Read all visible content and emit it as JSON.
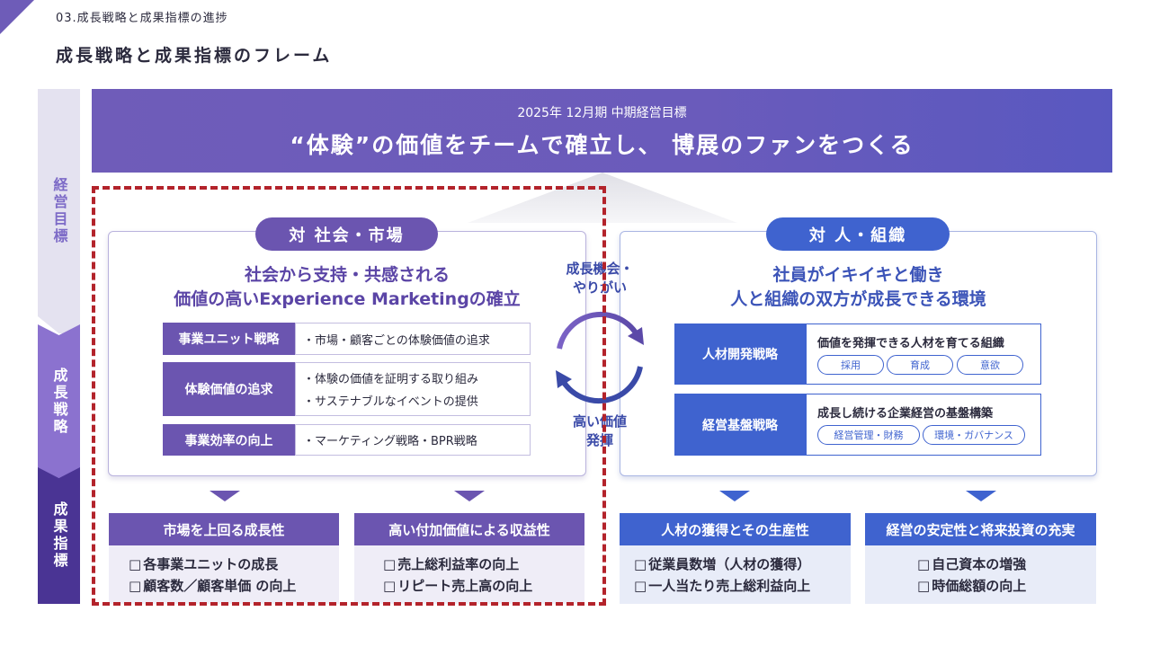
{
  "header": {
    "section_label": "03.成長戦略と成果指標の進捗",
    "page_title": "成長戦略と成果指標のフレーム"
  },
  "side": [
    {
      "label": "経営目標"
    },
    {
      "label": "成長戦略"
    },
    {
      "label": "成果指標"
    }
  ],
  "banner": {
    "subtitle": "2025年 12月期 中期経営目標",
    "title": "“体験”の価値をチームで確立し、 博展のファンをつくる"
  },
  "left_panel": {
    "pill": "対 社会・市場",
    "heading_line1": "社会から支持・共感される",
    "heading_line2": "価値の高いExperience Marketingの確立",
    "strategies": [
      {
        "label": "事業ユニット戦略",
        "items": [
          "市場・顧客ごとの体験価値の追求"
        ]
      },
      {
        "label": "体験価値の追求",
        "items": [
          "体験の価値を証明する取り組み",
          "サステナブルなイベントの提供"
        ]
      },
      {
        "label": "事業効率の向上",
        "items": [
          "マーケティング戦略・BPR戦略"
        ]
      }
    ]
  },
  "cycle": {
    "top": [
      "成長機会・",
      "やりがい"
    ],
    "bottom": [
      "高い価値",
      "発揮"
    ]
  },
  "right_panel": {
    "pill": "対 人・組織",
    "heading_line1": "社員がイキイキと働き",
    "heading_line2": "人と組織の双方が成長できる環境",
    "strategies": [
      {
        "label": "人材開発戦略",
        "text": "価値を発揮できる人材を育てる組織",
        "tags": [
          "採用",
          "育成",
          "意欲"
        ]
      },
      {
        "label": "経営基盤戦略",
        "text": "成長し続ける企業経営の基盤構築",
        "tags": [
          "経営管理・財務",
          "環境・ガバナンス"
        ]
      }
    ]
  },
  "kpis": [
    {
      "title": "市場を上回る成長性",
      "items": [
        "各事業ユニットの成長",
        "顧客数／顧客単価 の向上"
      ]
    },
    {
      "title": "高い付加価値による収益性",
      "items": [
        "売上総利益率の向上",
        "リピート売上高の向上"
      ]
    },
    {
      "title": "人材の獲得とその生産性",
      "items": [
        "従業員数増（人材の獲得）",
        "一人当たり売上総利益向上"
      ]
    },
    {
      "title": "経営の安定性と将来投資の充実",
      "items": [
        "自己資本の増強",
        "時価総額の向上"
      ]
    }
  ],
  "colors": {
    "purple": "#6b55b0",
    "blue": "#3f63cf",
    "deep_purple": "#4a3494",
    "highlight_dash": "#b3232b"
  }
}
